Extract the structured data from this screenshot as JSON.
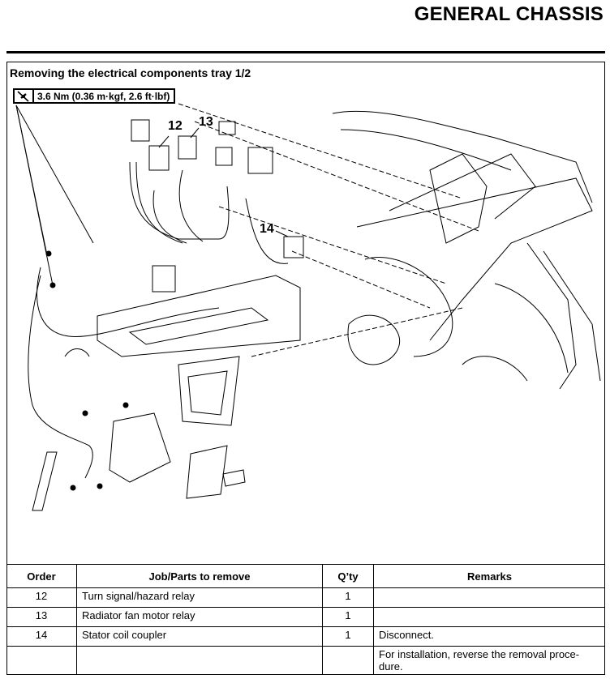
{
  "header": {
    "title": "GENERAL CHASSIS"
  },
  "section": {
    "title": "Removing the electrical components tray 1/2",
    "torque_spec": "3.6 Nm (0.36 m·kgf, 2.6 ft·lbf)",
    "torque_icon": "torque-wrench-icon"
  },
  "diagram": {
    "callouts": [
      "12",
      "13",
      "14"
    ]
  },
  "table": {
    "headers": [
      "Order",
      "Job/Parts to remove",
      "Q’ty",
      "Remarks"
    ],
    "rows": [
      {
        "order": "12",
        "job": "Turn signal/hazard relay",
        "qty": "1",
        "remarks": ""
      },
      {
        "order": "13",
        "job": "Radiator fan motor relay",
        "qty": "1",
        "remarks": ""
      },
      {
        "order": "14",
        "job": "Stator coil coupler",
        "qty": "1",
        "remarks": "Disconnect."
      },
      {
        "order": "",
        "job": "",
        "qty": "",
        "remarks": "For installation, reverse the removal proce-\ndure."
      }
    ]
  }
}
